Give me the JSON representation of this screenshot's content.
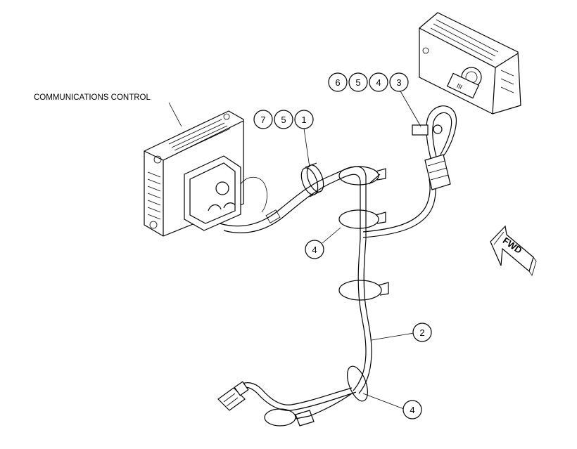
{
  "diagram": {
    "title_label": "COMMUNICATIONS CONTROL",
    "module_badge": "III",
    "fwd_label": "FWD",
    "callouts": [
      {
        "id": "c7",
        "label": "7"
      },
      {
        "id": "c5a",
        "label": "5"
      },
      {
        "id": "c1",
        "label": "1"
      },
      {
        "id": "c6",
        "label": "6"
      },
      {
        "id": "c5b",
        "label": "5"
      },
      {
        "id": "c4a",
        "label": "4"
      },
      {
        "id": "c3",
        "label": "3"
      },
      {
        "id": "c4b",
        "label": "4"
      },
      {
        "id": "c2",
        "label": "2"
      },
      {
        "id": "c4c",
        "label": "4"
      }
    ]
  }
}
